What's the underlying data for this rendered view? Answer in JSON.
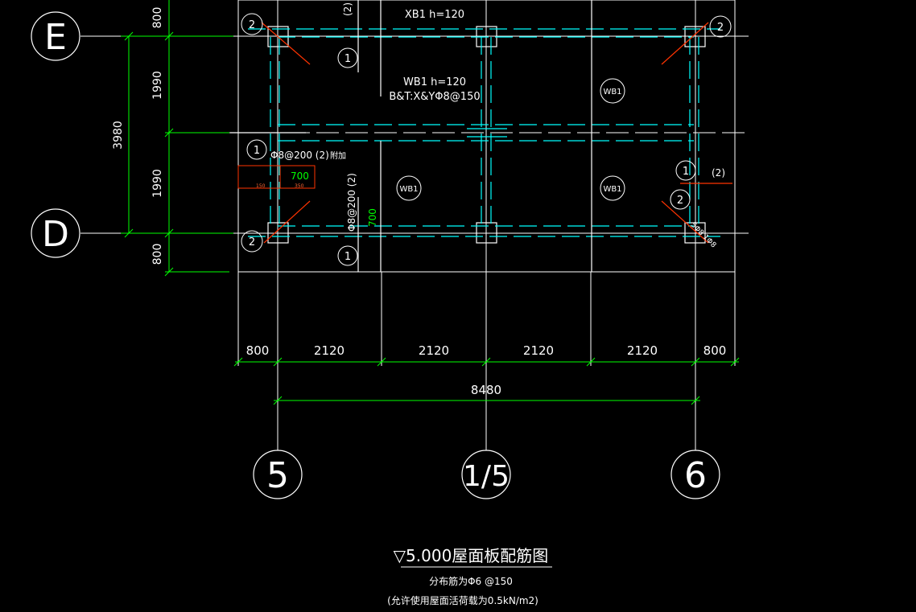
{
  "grid_axes": {
    "rows": [
      "E",
      "D"
    ],
    "cols": [
      "5",
      "1/5",
      "6"
    ]
  },
  "dimensions": {
    "vertical_left": [
      "800",
      "1990",
      "1990",
      "800"
    ],
    "vertical_total": "3980",
    "horizontal": [
      "800",
      "2120",
      "2120",
      "2120",
      "2120",
      "800"
    ],
    "horizontal_total": "8480"
  },
  "labels": {
    "xb1": "XB1  h=120",
    "wb1_h": "WB1   h=120",
    "wb1_rebar": "B&T:X&YΦ8@150",
    "wb1_tag": "WB1",
    "circle_1": "1",
    "circle_2": "2",
    "paren_2": "(2)",
    "rebar_left": "Φ8@200 (2)",
    "rebar_vertical": "Φ8@200 (2)",
    "addon": "附加",
    "len_700": "700",
    "small_150": "150",
    "small_350": "350",
    "corner_rebar": "5Φ8 1Φ8"
  },
  "title": {
    "main": "▽5.000屋面板配筋图",
    "note1": "分布筋为Φ6 @150",
    "note2": "(允许使用屋面活荷载为0.5kN/m2)"
  },
  "colors": {
    "background": "#000000",
    "line": "#ffffff",
    "dimension": "#00ff00",
    "rebar": "#00ffff",
    "accent": "#ff3300"
  }
}
